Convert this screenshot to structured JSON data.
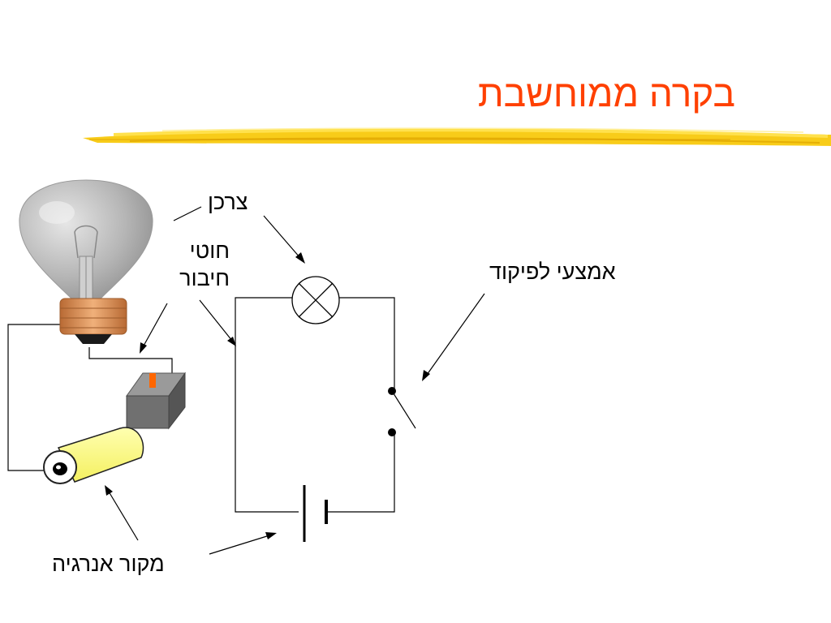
{
  "slide": {
    "title": "בקרה ממוחשבת"
  },
  "labels": {
    "consumer": "צרכן",
    "wires_line1": "חוטי",
    "wires_line2": "חיבור",
    "control": "אמצעי לפיקוד",
    "energy_source": "מקור אנרגיה"
  },
  "colors": {
    "title": "#ff4000",
    "underline": "#f5c400",
    "battery_body": "#ffff80",
    "bulb_glass": "#b8b8b8",
    "bulb_base": "#d9925a",
    "switch_box": "#707070",
    "switch_lever": "#ff6600"
  }
}
